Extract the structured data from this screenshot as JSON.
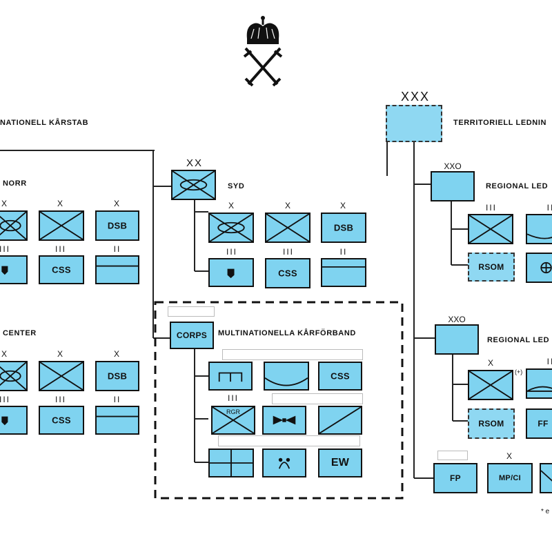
{
  "labels": {
    "nationell": "NATIONELL KÅRSTAB",
    "territoriell": "TERRITORIELL LEDNIN",
    "norr": "NORR",
    "syd": "SYD",
    "center": "CENTER",
    "multinationella": "MULTINATIONELLA KÅRFÖRBAND",
    "regional1": "REGIONAL LED",
    "regional2": "REGIONAL LED",
    "footnote": "* e"
  },
  "echelons": {
    "xxx": "XXX",
    "xx": "XX",
    "xxo": "XXO",
    "x": "X",
    "iii": "III",
    "ii": "II",
    "plus": "(+)"
  },
  "units": {
    "dsb": "DSB",
    "css": "CSS",
    "corps": "CORPS",
    "rgr": "RGR",
    "ew": "EW",
    "rsom": "RSOM",
    "fp": "FP",
    "mpci": "MP/CI",
    "ff": "FF"
  },
  "colors": {
    "unit_fill": "#7fd3f0",
    "stroke": "#111111"
  },
  "icons": [
    "crown-swords-emblem",
    "armor-icon",
    "shield-icon",
    "bowtie-icon",
    "cross-circle-icon",
    "arc-icon"
  ]
}
